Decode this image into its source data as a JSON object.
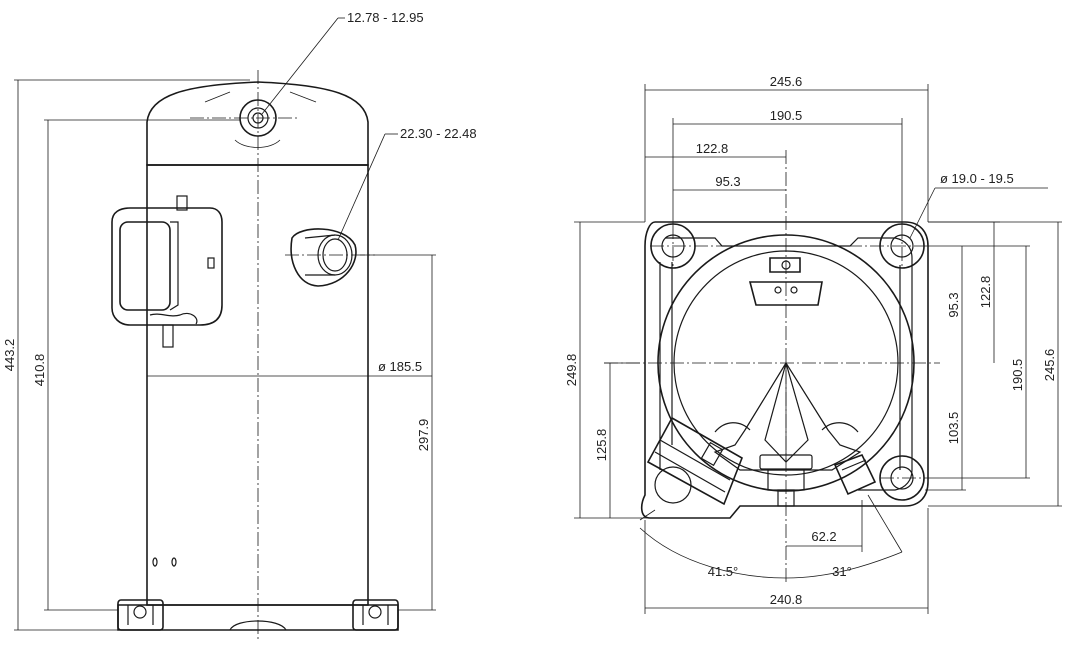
{
  "side_view": {
    "suction_tube_dims": "12.78 - 12.95",
    "discharge_tube_dims": "22.30 - 22.48",
    "overall_height": "443.2",
    "shell_height": "410.8",
    "shell_diameter": "ø 185.5",
    "port_height": "297.9"
  },
  "top_view": {
    "overall_width": "245.6",
    "bolt_spacing_x": "190.5",
    "center_to_left_bolt": "122.8",
    "center_to_port": "95.3",
    "mount_hole_diameter": "ø 19.0 - 19.5",
    "overall_depth": "249.8",
    "center_to_front": "125.8",
    "right_center_to_rear": "95.3",
    "right_center_to_rear_outer": "122.8",
    "right_center_to_front": "103.5",
    "bolt_spacing_y": "190.5",
    "right_overall": "245.6",
    "terminal_offset": "62.2",
    "angle_left": "41.5°",
    "angle_right": "31°",
    "base_width": "240.8"
  }
}
